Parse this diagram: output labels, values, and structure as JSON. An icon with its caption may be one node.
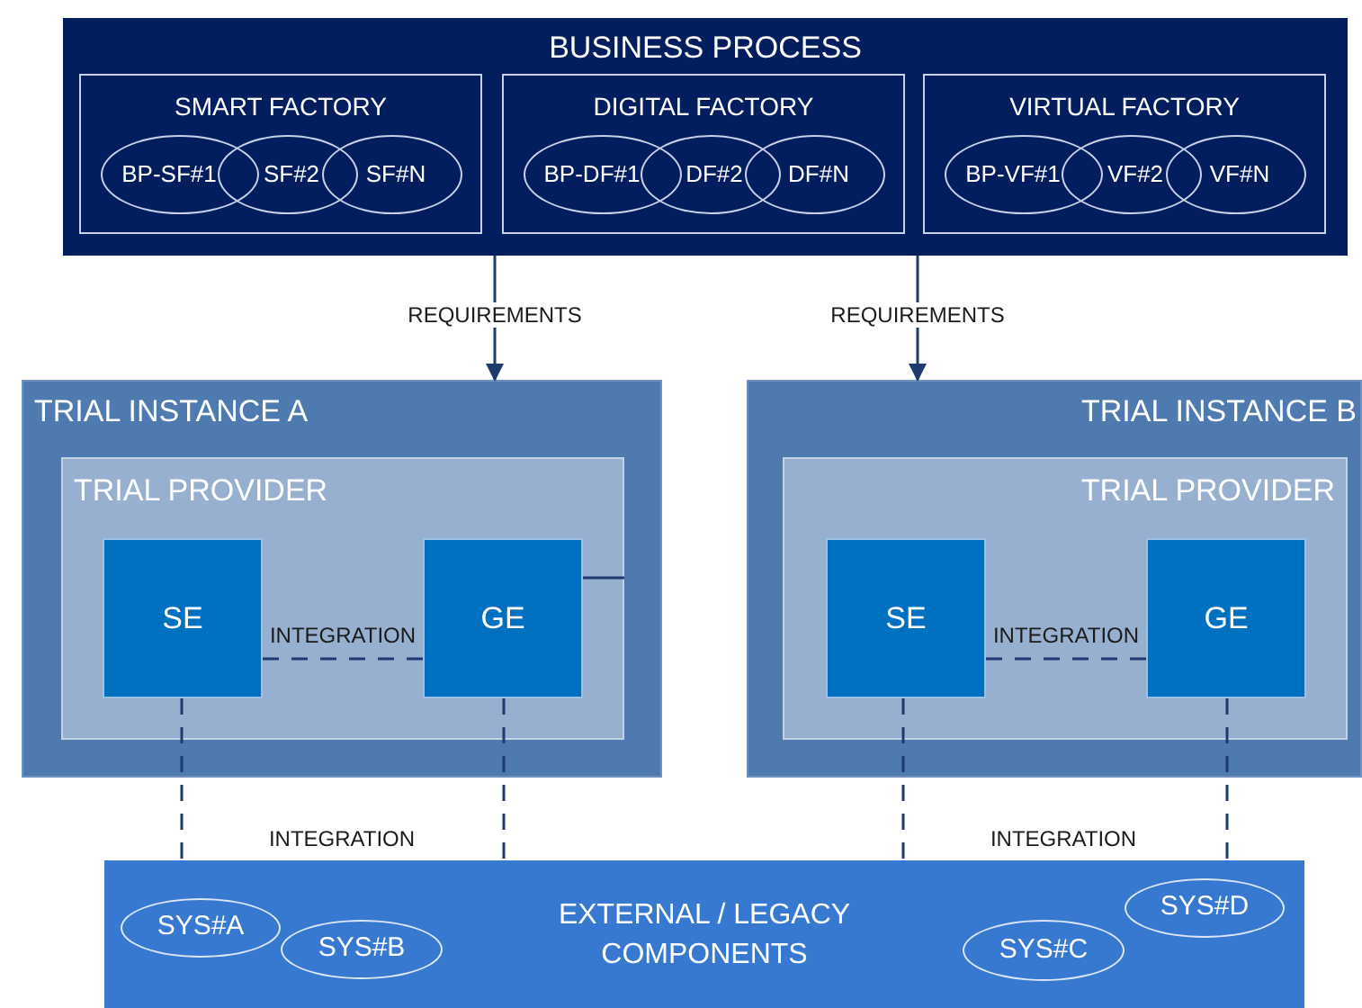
{
  "diagram": {
    "nodes": [
      {
        "text": [
          "BUSINESS PROCESS"
        ]
      },
      {
        "text": [
          "SMART FACTORY"
        ],
        "in": 0
      },
      {
        "text": [
          "BP-SF#1"
        ],
        "in": 1
      },
      {
        "text": [
          "SF#2"
        ],
        "in": 1
      },
      {
        "text": [
          "SF#N"
        ],
        "in": 1
      },
      {
        "text": [
          "DIGITAL FACTORY"
        ],
        "in": 0
      },
      {
        "text": [
          "BP-DF#1"
        ],
        "in": 5
      },
      {
        "text": [
          "DF#2"
        ],
        "in": 5
      },
      {
        "text": [
          "DF#N"
        ],
        "in": 5
      },
      {
        "text": [
          "VIRTUAL FACTORY"
        ],
        "in": 0
      },
      {
        "text": [
          "BP-VF#1"
        ],
        "in": 9
      },
      {
        "text": [
          "VF#2"
        ],
        "in": 9
      },
      {
        "text": [
          "VF#N"
        ],
        "in": 9
      },
      {
        "text": [
          "TRIAL INSTANCE A"
        ]
      },
      {
        "text": [
          "TRIAL PROVIDER"
        ],
        "in": 13
      },
      {
        "text": [
          "SE"
        ],
        "in": 14
      },
      {
        "text": [
          "GE"
        ],
        "in": 14
      },
      {
        "text": [
          "TRIAL INSTANCE B"
        ]
      },
      {
        "text": [
          "TRIAL PROVIDER"
        ],
        "in": 17
      },
      {
        "text": [
          "SE"
        ],
        "in": 18
      },
      {
        "text": [
          "GE"
        ],
        "in": 18
      },
      {
        "text": [
          "EXTERNAL / LEGACY COMPONENTS"
        ]
      },
      {
        "text": [
          "SYS#A"
        ],
        "in": 21
      },
      {
        "text": [
          "SYS#B"
        ],
        "in": 21
      },
      {
        "text": [
          "SYS#C"
        ],
        "in": 21
      },
      {
        "text": [
          "SYS#D"
        ],
        "in": 21
      }
    ],
    "edges": [
      {
        "from": 0,
        "to": 13,
        "arrow": "to",
        "label": "REQUIREMENTS"
      },
      {
        "from": 0,
        "to": 17,
        "arrow": "to",
        "label": "REQUIREMENTS"
      },
      {
        "from": 15,
        "to": 16,
        "arrow": "none",
        "style": "dashed",
        "label": "INTEGRATION"
      },
      {
        "from": 16,
        "to": 14,
        "arrow": "none"
      },
      {
        "from": 19,
        "to": 20,
        "arrow": "none",
        "style": "dashed",
        "label": "INTEGRATION"
      },
      {
        "from": 15,
        "to": 21,
        "arrow": "none",
        "style": "dashed"
      },
      {
        "from": 16,
        "to": 21,
        "arrow": "none",
        "style": "dashed"
      },
      {
        "from": 19,
        "to": 21,
        "arrow": "none",
        "style": "dashed"
      },
      {
        "from": 20,
        "to": 21,
        "arrow": "none",
        "style": "dashed"
      }
    ],
    "labels": [
      "INTEGRATION",
      "INTEGRATION"
    ]
  }
}
